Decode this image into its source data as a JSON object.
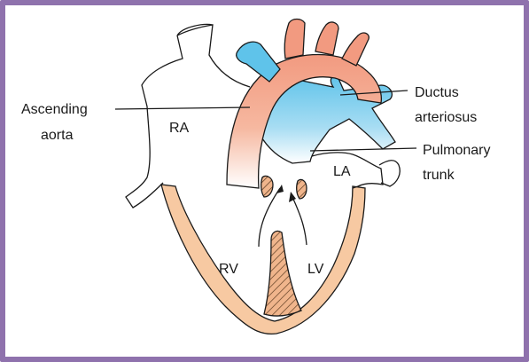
{
  "labels": {
    "ascending_aorta_line1": "Ascending",
    "ascending_aorta_line2": "aorta",
    "ra": "RA",
    "la": "LA",
    "rv": "RV",
    "lv": "LV",
    "ductus_line1": "Ductus",
    "ductus_line2": "arteriosus",
    "pulmonary_line1": "Pulmonary",
    "pulmonary_line2": "trunk"
  },
  "colors": {
    "frame": "#8f72ad",
    "aorta": "#f2a187",
    "pulmonary": "#66c6ea",
    "myocardium": "#f7c9a2",
    "outline": "#1a1a1a"
  }
}
